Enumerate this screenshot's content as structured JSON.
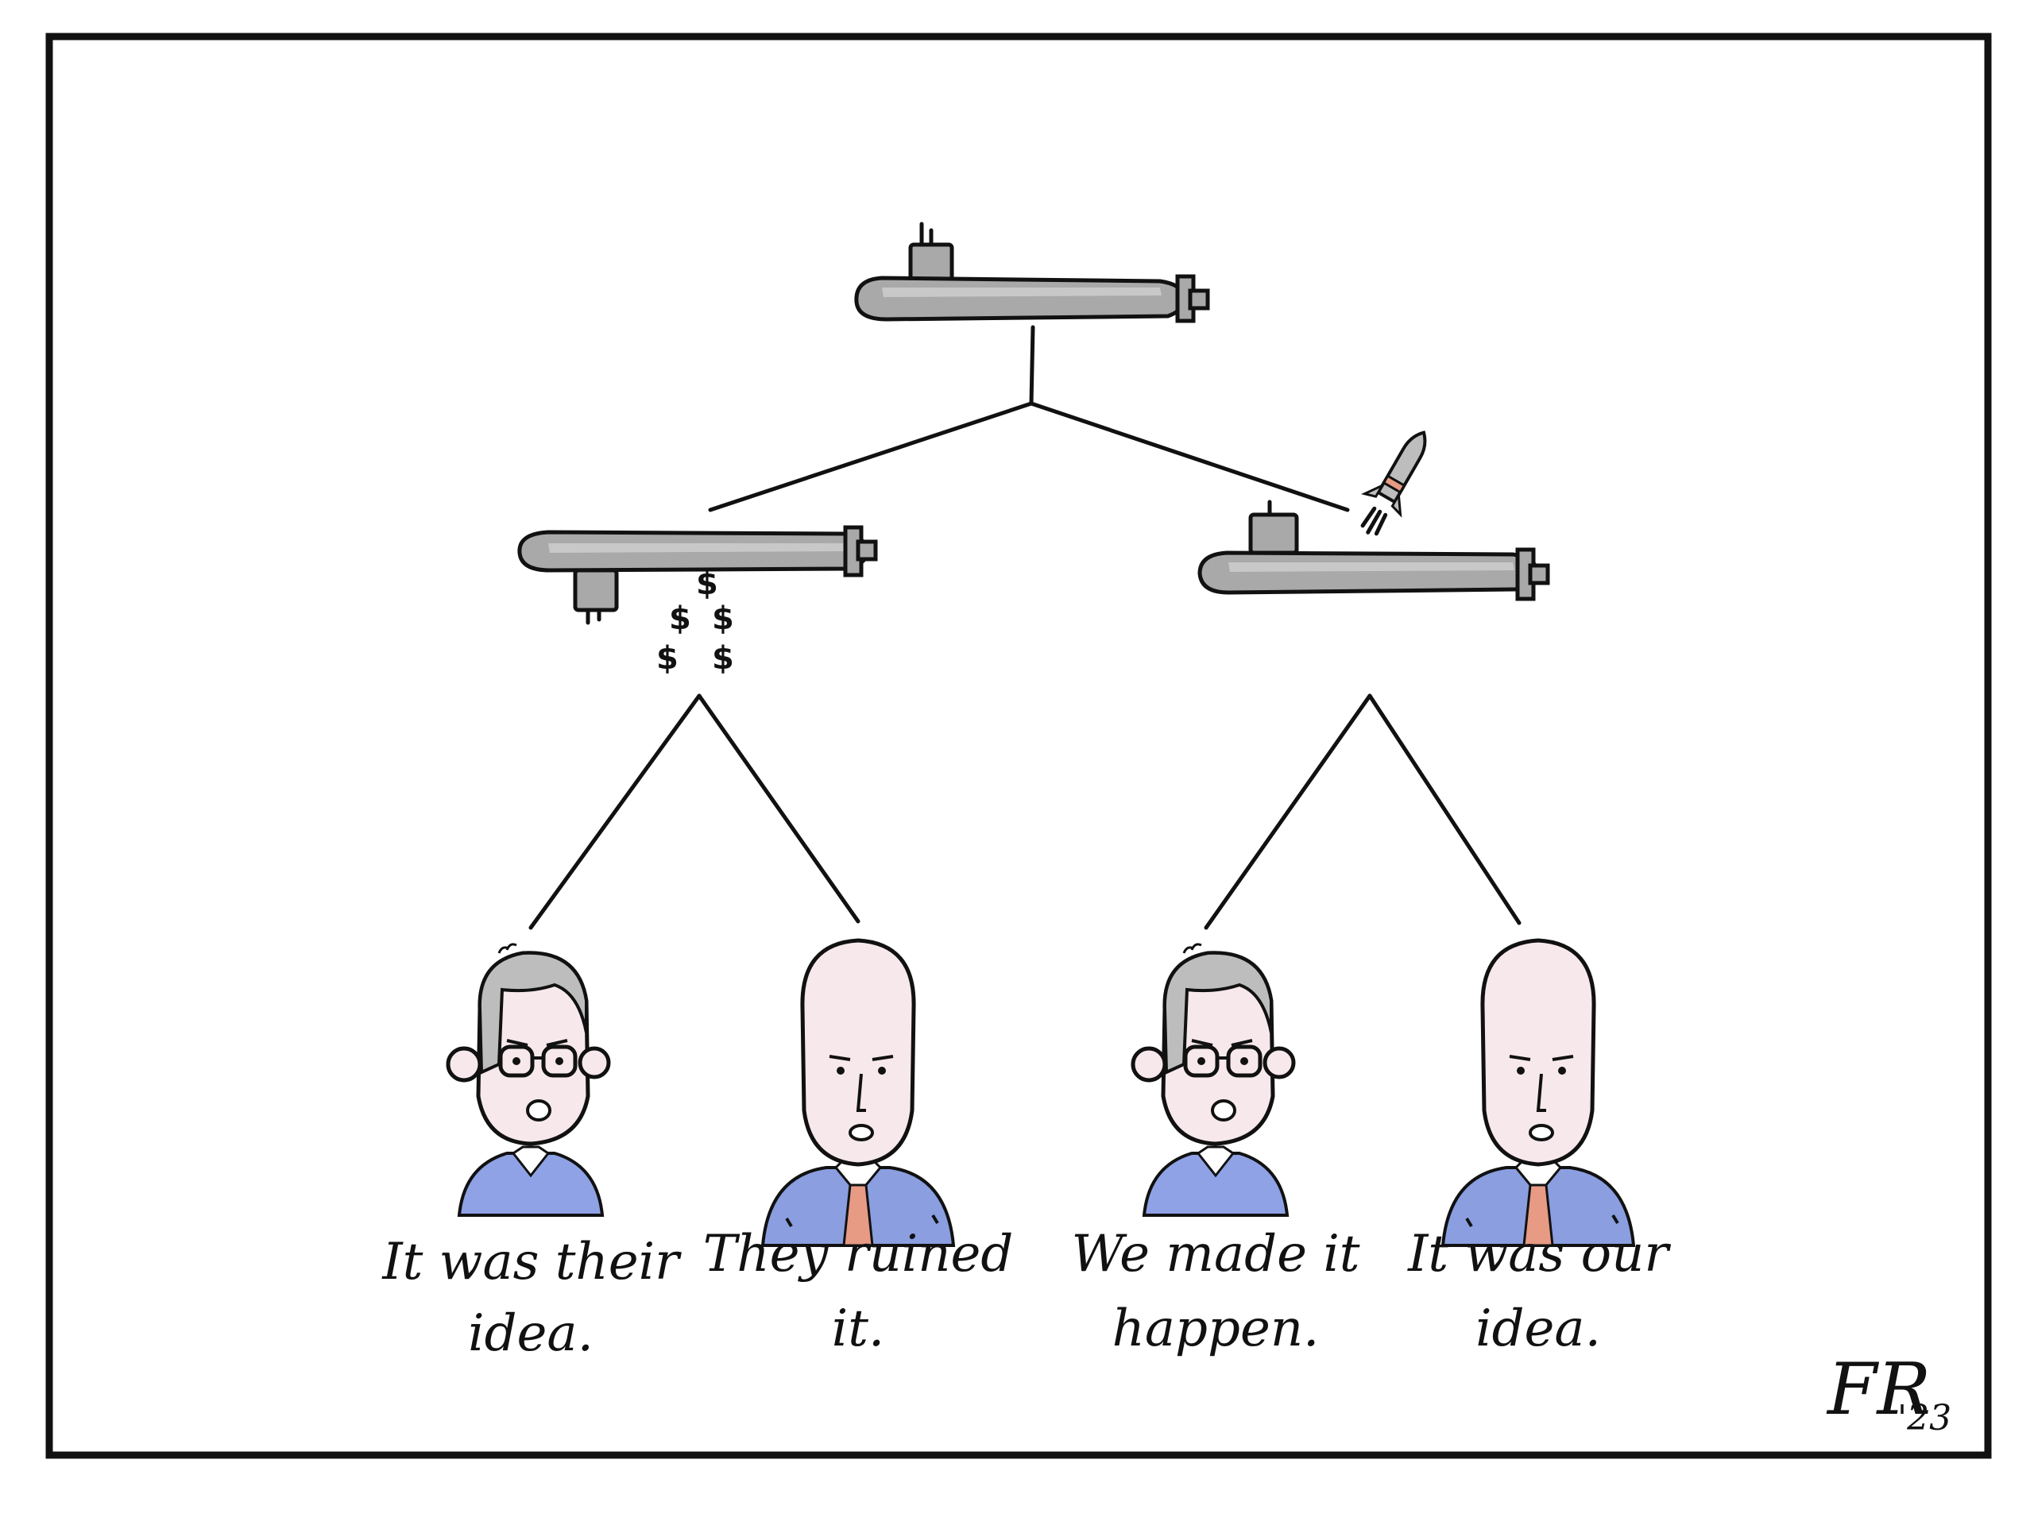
{
  "captions": {
    "left_man_1": {
      "line1": "It was their",
      "line2": "idea."
    },
    "left_man_2": {
      "line1": "They ruined",
      "line2": "it."
    },
    "right_man_1": {
      "line1": "We made it",
      "line2": "happen."
    },
    "right_man_2": {
      "line1": "It was our",
      "line2": "idea."
    }
  },
  "money_symbol": "$",
  "signature": {
    "initials": "FR",
    "year": "'23"
  },
  "colors": {
    "submarine": "#a9a9a9",
    "shirt_blue": "#8fa2e6",
    "jacket_blue": "#8a9ee0",
    "tie_orange": "#e79a84",
    "skin": "#f7e8ec",
    "ink": "#111111"
  },
  "icons": [
    "submarine-icon",
    "missile-icon",
    "dollar-sign-icon",
    "man-glasses-icon",
    "bald-man-suit-icon"
  ]
}
